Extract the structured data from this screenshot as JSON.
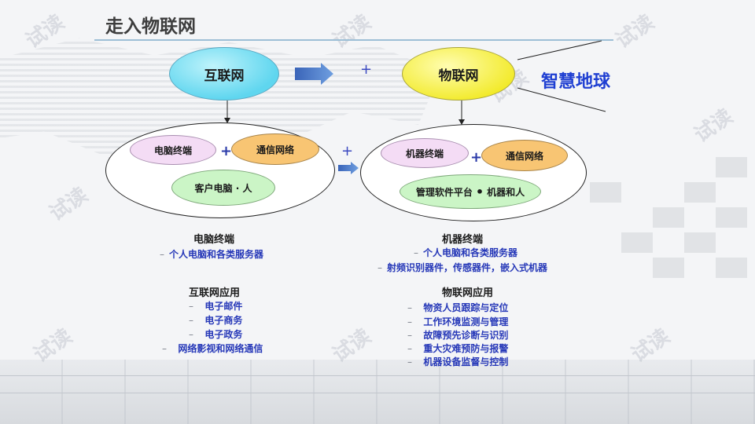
{
  "title": "走入物联网",
  "nodes": {
    "internet": "互联网",
    "iot": "物联网",
    "smart_earth": "智慧地球",
    "pc_terminal": "电脑终端",
    "comm_network_left": "通信网络",
    "client_pc_person": "客户电脑 · 人",
    "machine_terminal": "机器终端",
    "comm_network_right": "通信网络",
    "mgmt_platform": "管理软件平台",
    "machine_people": "机器和人"
  },
  "plus": "+",
  "left_text": {
    "terminal_heading": "电脑终端",
    "terminal_items": [
      "个人电脑和各类服务器"
    ],
    "apps_heading": "互联网应用",
    "apps_items": [
      "电子邮件",
      "电子商务",
      "电子政务",
      "网络影视和网络通信"
    ]
  },
  "right_text": {
    "terminal_heading": "机器终端",
    "terminal_items": [
      "个人电脑和各类服务器",
      "射频识别器件，传感器件，嵌入式机器"
    ],
    "apps_heading": "物联网应用",
    "apps_items": [
      "物资人员跟踪与定位",
      "工作环境监测与管理",
      "故障预先诊断与识别",
      "重大灾难预防与报警",
      "机器设备监督与控制"
    ]
  },
  "watermark": "试读"
}
